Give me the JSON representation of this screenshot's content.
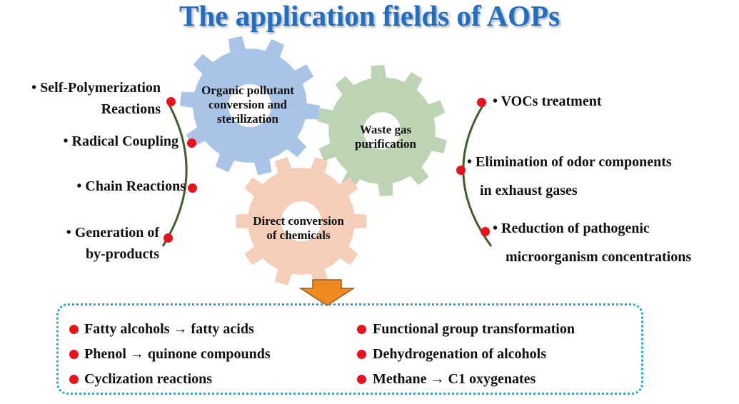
{
  "title": "The application fields of AOPs",
  "gears": [
    {
      "lines": [
        "Organic pollutant",
        "conversion and",
        "sterilization"
      ],
      "color": "#a9c4e6"
    },
    {
      "lines": [
        "Waste gas",
        "purification"
      ],
      "color": "#bcd3b4"
    },
    {
      "lines": [
        "Direct conversion",
        "of chemicals"
      ],
      "color": "#f5cdb8"
    }
  ],
  "left_items": [
    {
      "lines": [
        "• Self-Polymerization",
        "Reactions"
      ]
    },
    {
      "lines": [
        "• Radical Coupling"
      ]
    },
    {
      "lines": [
        "• Chain Reactions"
      ]
    },
    {
      "lines": [
        "• Generation of",
        "by-products"
      ]
    }
  ],
  "right_items": [
    {
      "lines": [
        "• VOCs treatment"
      ]
    },
    {
      "lines": [
        "• Elimination of odor components",
        "in exhaust gases"
      ]
    },
    {
      "lines": [
        "• Reduction of pathogenic",
        "microorganism concentrations"
      ]
    }
  ],
  "box_items_left": [
    "Fatty alcohols → fatty acids",
    "Phenol → quinone compounds",
    "Cyclization reactions"
  ],
  "box_items_right": [
    "Functional group transformation",
    "Dehydrogenation of alcohols",
    "Methane → C1 oxygenates"
  ],
  "colors": {
    "title": "#1f6fc4",
    "bullet": "#e8121a",
    "arc": "#3f5f2a",
    "arrow": "#f08a1f",
    "box_border": "#1fa9e0"
  }
}
